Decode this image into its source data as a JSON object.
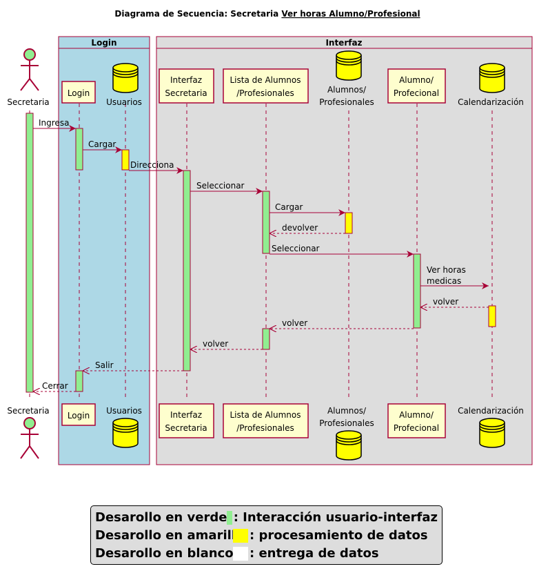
{
  "title": {
    "prefix": "Diagrama de Secuencia: Secretaria ",
    "link": "Ver horas Alumno/Profesional"
  },
  "boxes": {
    "login": "Login",
    "interfaz": "Interfaz"
  },
  "participants": {
    "secretaria": "Secretaria",
    "login": "Login",
    "usuarios": "Usuarios",
    "interfaz_secretaria": [
      "Interfaz",
      "Secretaria"
    ],
    "lista": [
      "Lista de Alumnos",
      "/Profesionales"
    ],
    "alumnos_db": [
      "Alumnos/",
      "Profesionales"
    ],
    "alumno": [
      "Alumno/",
      "Profecional"
    ],
    "calendarizacion": "Calendarización"
  },
  "messages": {
    "ingresa": "Ingresa",
    "cargar1": "Cargar",
    "direcciona": "Direcciona",
    "seleccionar1": "Seleccionar",
    "cargar2": "Cargar",
    "devolver": "devolver",
    "seleccionar2": "Seleccionar",
    "ver_horas": [
      "Ver horas",
      "medicas"
    ],
    "volver1": "volver",
    "volver2": "volver",
    "volver3": "volver",
    "salir": "Salir",
    "cerrar": "Cerrar"
  },
  "legend": {
    "rows": [
      {
        "label": "Desarollo en verde",
        "color": "#90ee90",
        "text": ": Interacción usuario-interfaz"
      },
      {
        "label": "Desarollo en amarillo",
        "color": "#ffff00",
        "text": ": procesamiento de datos"
      },
      {
        "label": "Desarollo en blanco",
        "color": "#ffffff",
        "text": ": entrega de datos"
      }
    ]
  },
  "colors": {
    "arrow": "#a80036",
    "participant_fill": "#fefece",
    "box_login": "#add8e6",
    "box_interfaz": "#dddddd",
    "activation_green": "#90ee90",
    "activation_yellow": "#ffff00",
    "actor_head": "#90ee90"
  }
}
